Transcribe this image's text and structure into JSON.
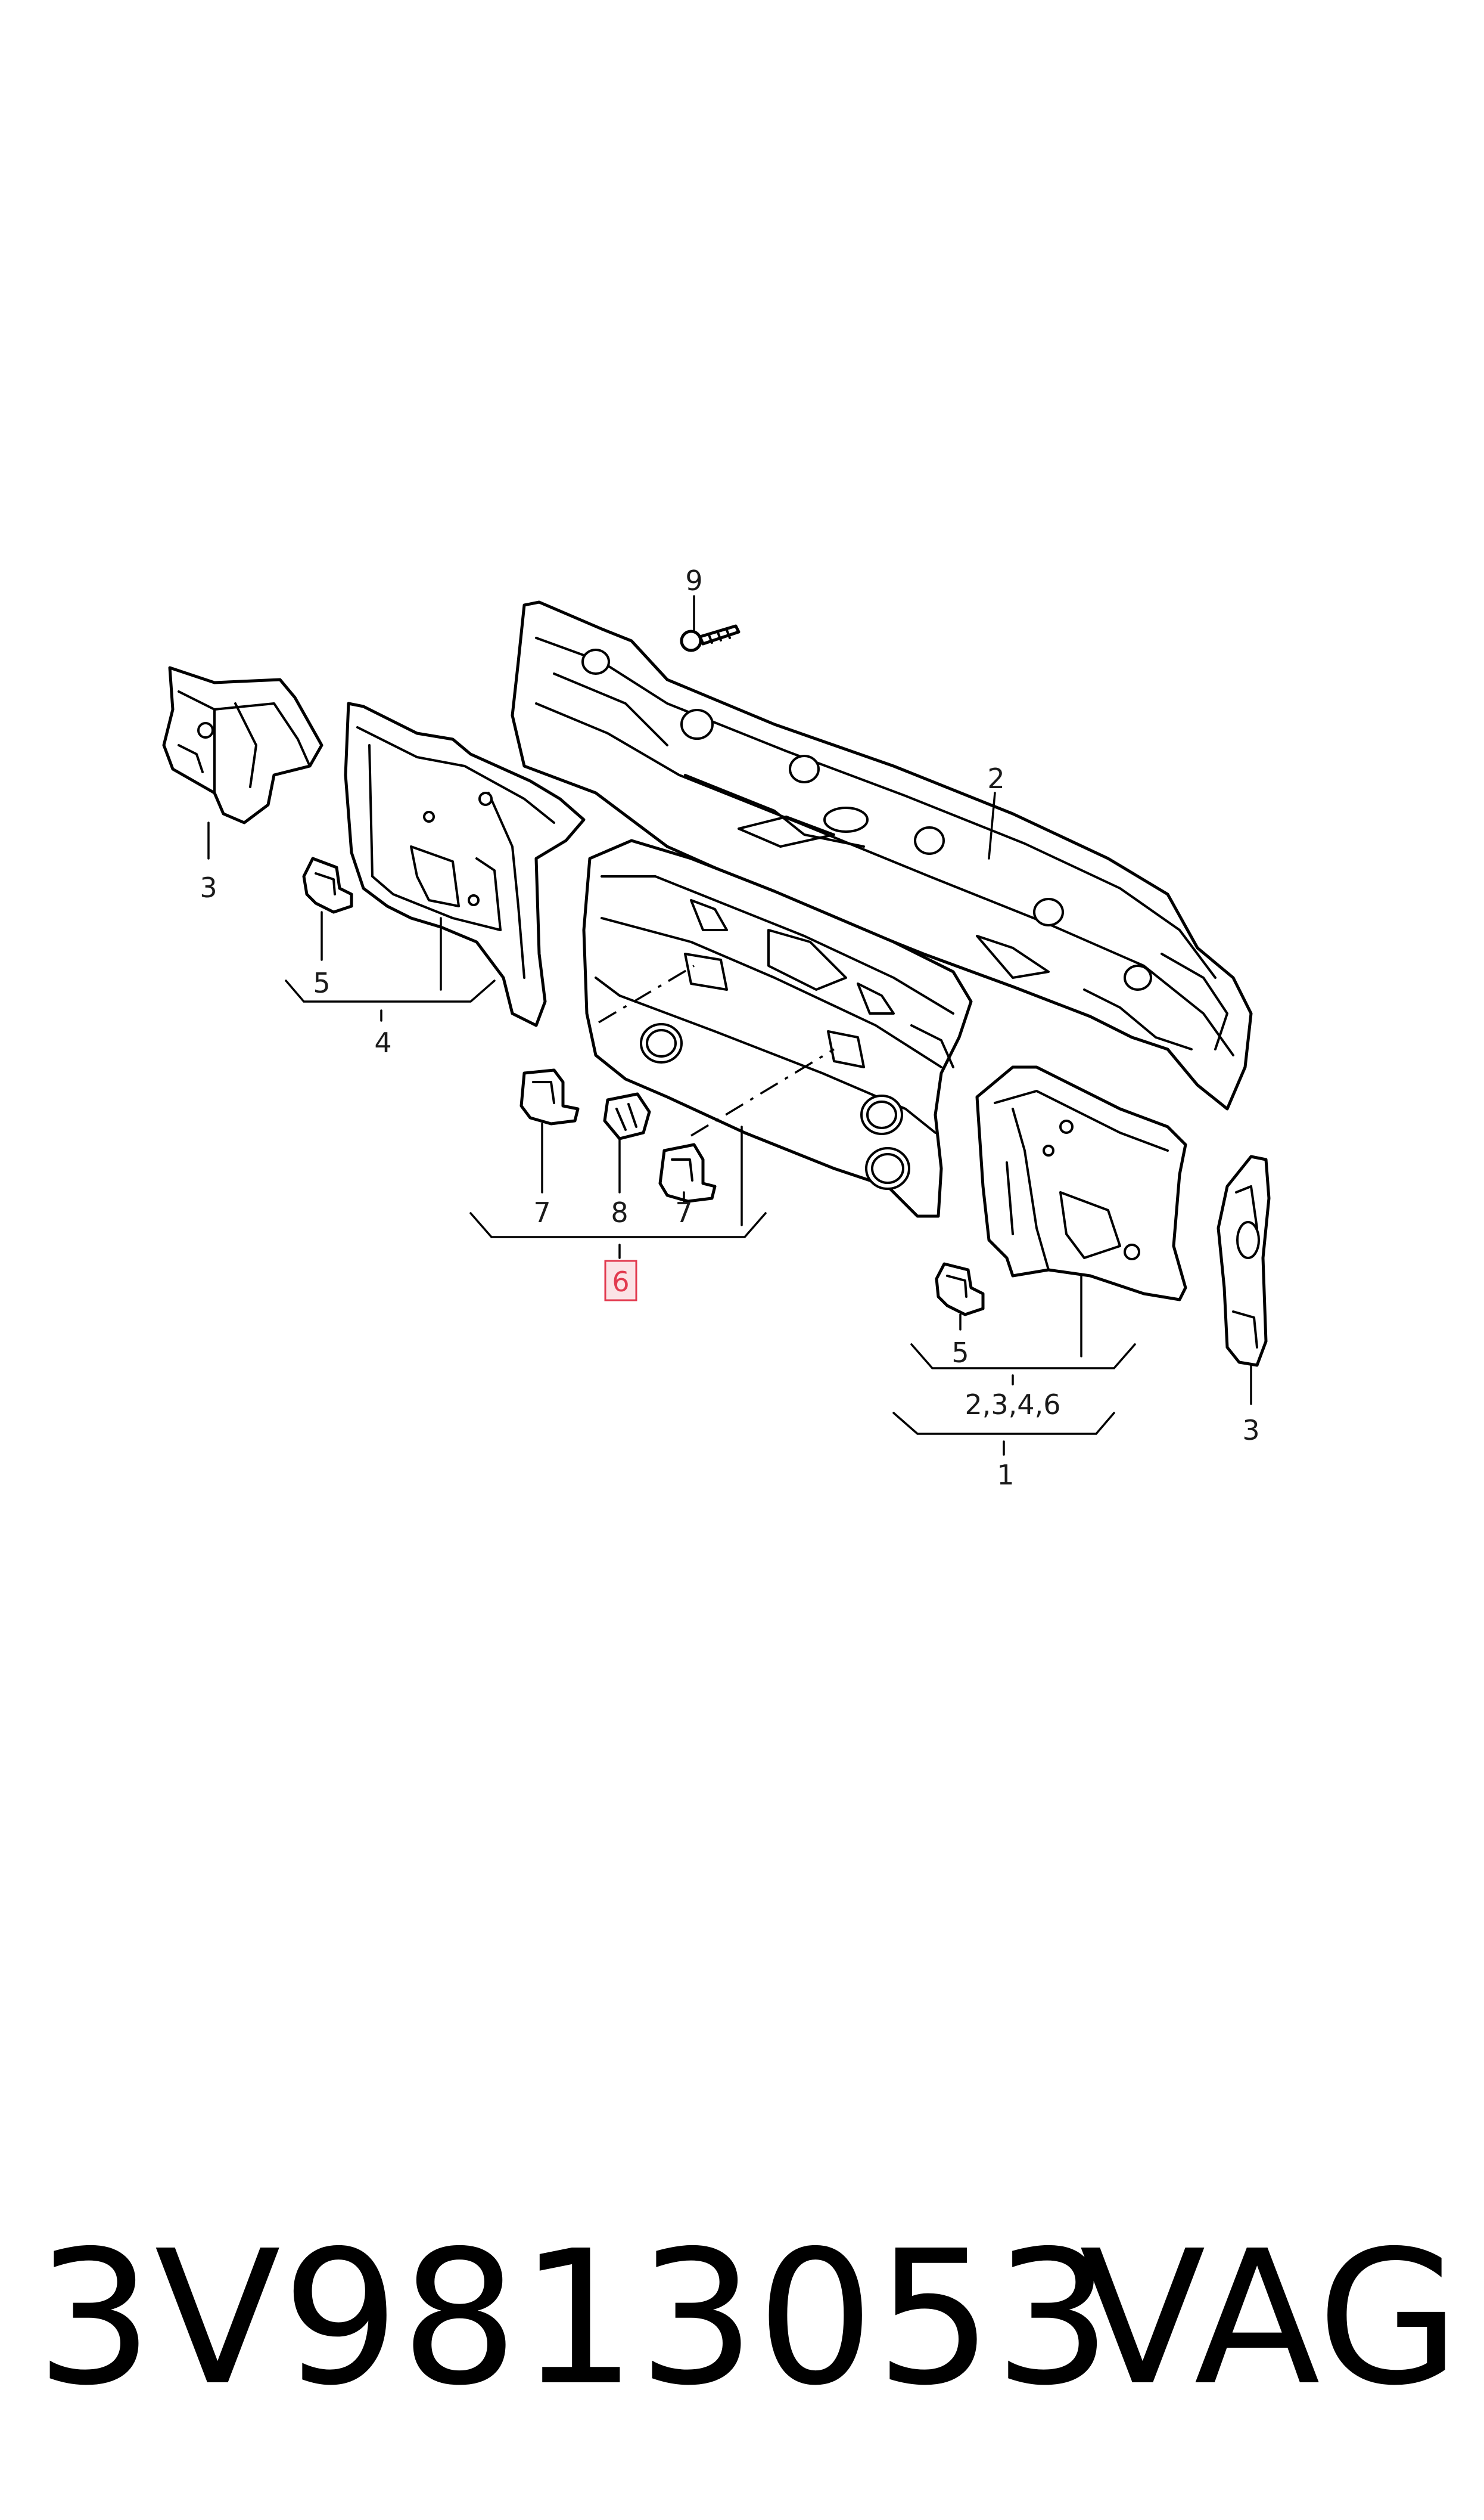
{
  "diagram": {
    "callouts": {
      "c9": "9",
      "c2": "2",
      "c3_left": "3",
      "c5_left": "5",
      "c4": "4",
      "c7_left": "7",
      "c8": "8",
      "c7_right": "7",
      "c6": "6",
      "c5_right": "5",
      "c236": "2,3,4,6",
      "c1": "1",
      "c3_right": "3"
    },
    "highlight_color": "#e23a4f"
  },
  "footer": {
    "part_number": "3V9813053",
    "brand": "VAG"
  }
}
